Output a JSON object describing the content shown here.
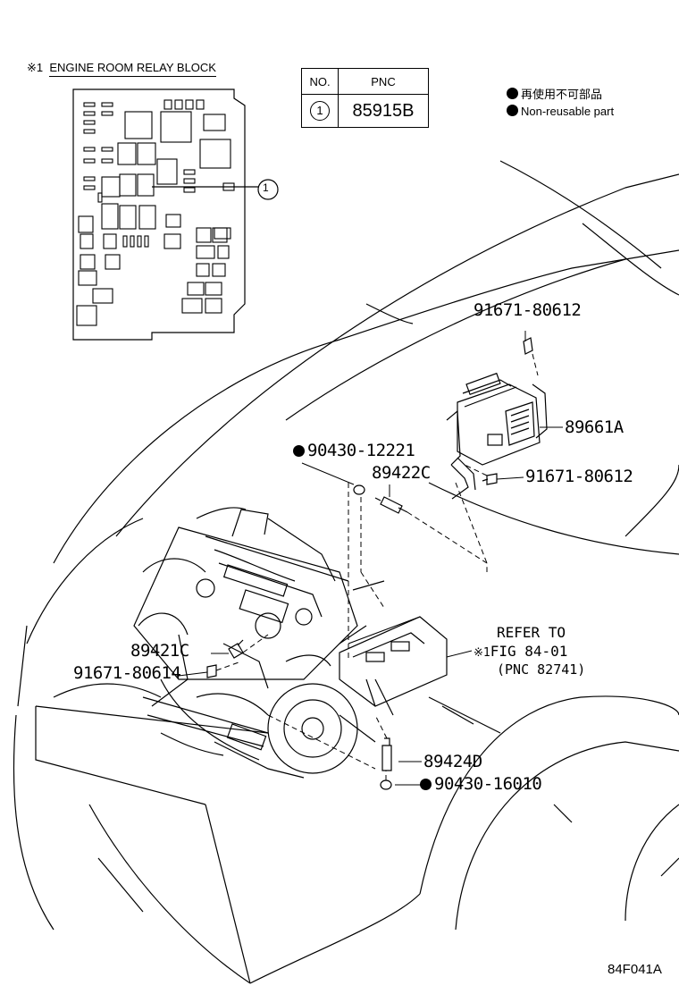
{
  "relay_block": {
    "marker": "※1",
    "title": "ENGINE ROOM RELAY BLOCK",
    "callout": "1"
  },
  "table": {
    "headers": [
      "NO.",
      "PNC"
    ],
    "rows": [
      {
        "no": "1",
        "pnc": "85915B"
      }
    ]
  },
  "legend": {
    "jp": "再使用不可部品",
    "en": "Non-reusable part"
  },
  "parts": {
    "p1": "91671-80612",
    "p2": "89661A",
    "p3": "91671-80612",
    "p4": "90430-12221",
    "p5": "89422C",
    "p6": "89421C",
    "p7": "91671-80614",
    "p8": "89424D",
    "p9": "90430-16010"
  },
  "refer": {
    "line1": "REFER TO",
    "marker": "※1",
    "line2": "FIG 84-01",
    "line3": "(PNC 82741)"
  },
  "figure_code": "84F041A",
  "colors": {
    "ink": "#000000",
    "paper": "#ffffff"
  }
}
